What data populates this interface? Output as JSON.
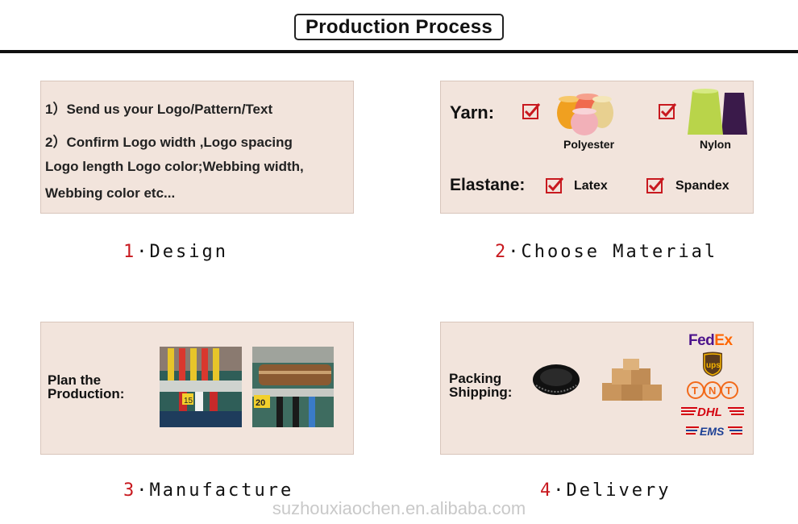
{
  "title": "Production Process",
  "design": {
    "line1": "1）Send us your Logo/Pattern/Text",
    "line2": "2）Confirm Logo width ,Logo spacing",
    "line3": "Logo length Logo color;Webbing width,",
    "line4": "Webbing color etc..."
  },
  "material": {
    "yarn_label": "Yarn:",
    "polyester": "Polyester",
    "nylon": "Nylon",
    "elastane_label": "Elastane:",
    "latex": "Latex",
    "spandex": "Spandex"
  },
  "manufacture": {
    "plan_line1": "Plan the",
    "plan_line2": "Production:"
  },
  "delivery": {
    "pack_line1": "Packing",
    "pack_line2": "Shipping:",
    "carriers": [
      "FedEx",
      "ups",
      "TNT",
      "DHL",
      "EMS"
    ]
  },
  "steps": [
    {
      "num": "1",
      "label": "Design"
    },
    {
      "num": "2",
      "label": "Choose Material"
    },
    {
      "num": "3",
      "label": "Manufacture"
    },
    {
      "num": "4",
      "label": "Delivery"
    }
  ],
  "watermark": "suzhouxiaochen.en.alibaba.com",
  "colors": {
    "panel": "#f2e4dc",
    "accent_red": "#c8191f",
    "fedex_purple": "#4d148c",
    "fedex_orange": "#ff6600"
  }
}
